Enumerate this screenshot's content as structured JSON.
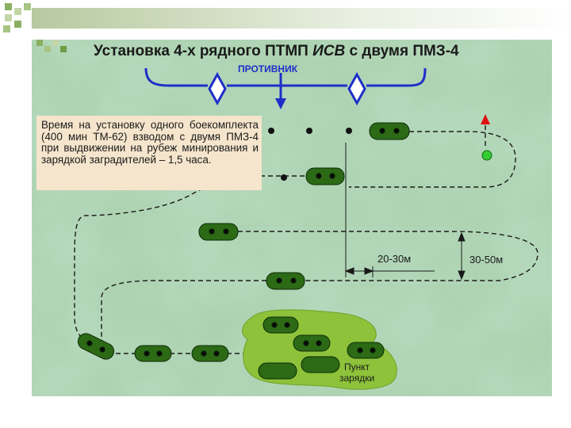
{
  "title": {
    "prefix": "Установка 4-х рядного ПТМП ",
    "emphasis": "ИСВ",
    "suffix": " с двумя ПМЗ-4"
  },
  "enemy_label": "ПРОТИВНИК",
  "info_text": "Время на установку одного боекомплекта (400 мин ТМ-62) взводом с двумя ПМЗ-4 при выдвижении на рубеж минирования и зарядкой заградителей – 1,5 часа.",
  "dimensions": {
    "row_spacing": "20-30м",
    "column_spacing": "30-50м"
  },
  "charge_point": {
    "line1": "Пункт",
    "line2": "зарядки"
  },
  "colors": {
    "vehicle": "#2c6a16",
    "enemy_line": "#1e2fc8",
    "info_bg": "#f5e5cc",
    "map_green": "#a9d0ad",
    "charge_area": "#8dc23a",
    "flag_red": "#e01010",
    "flag_green": "#33cc33"
  }
}
